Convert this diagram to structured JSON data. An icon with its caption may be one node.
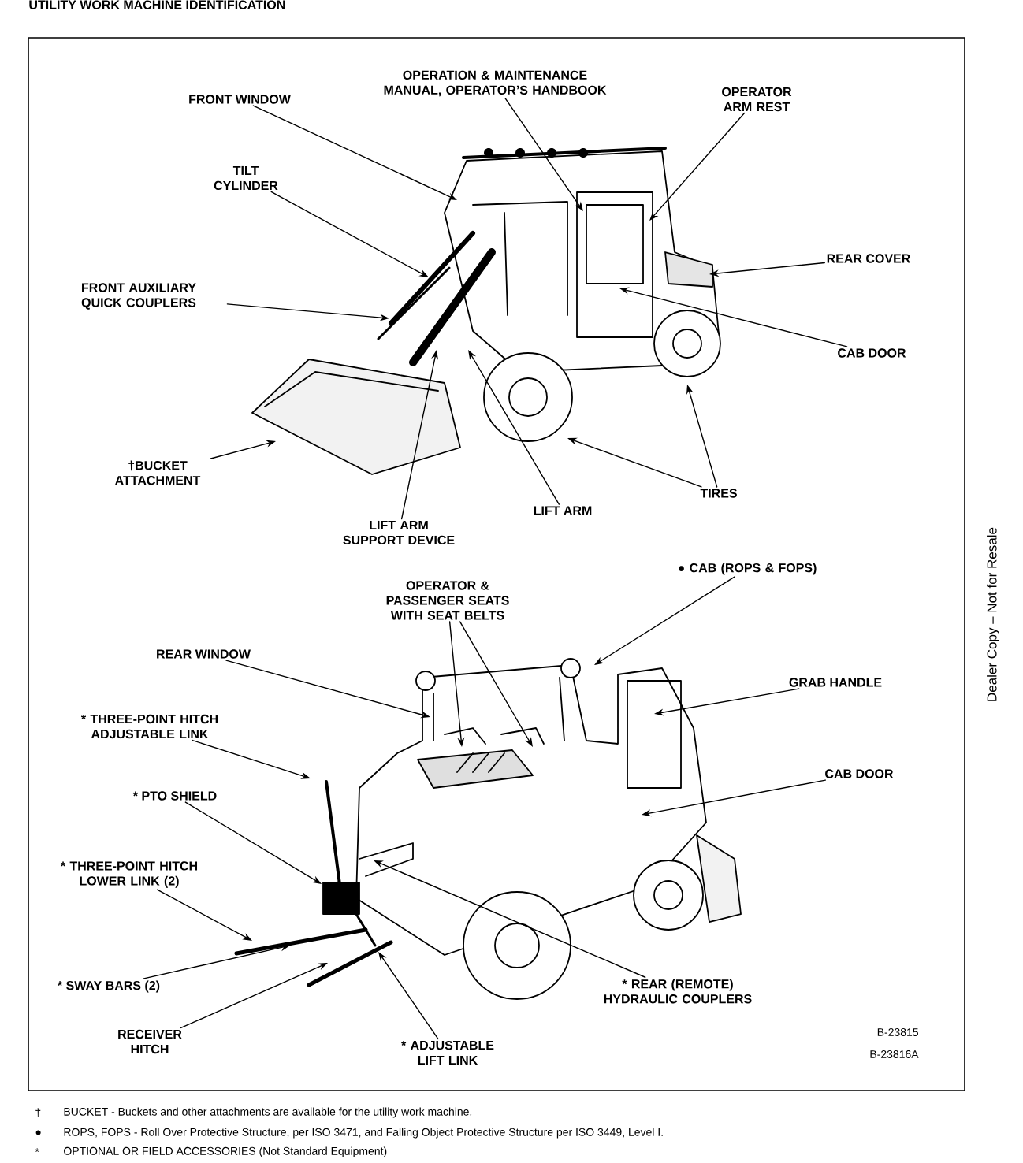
{
  "diagram": {
    "title": "UTILITY WORK MACHINE IDENTIFICATION",
    "nodes": [
      {
        "text": [
          "FRONT WINDOW"
        ]
      },
      {
        "text": [
          "OPERATION & MAINTENANCE MANUAL, OPERATOR’S HANDBOOK"
        ]
      },
      {
        "text": [
          "OPERATOR ARM REST"
        ]
      },
      {
        "text": [
          "TILT CYLINDER"
        ]
      },
      {
        "text": [
          "REAR COVER"
        ]
      },
      {
        "text": [
          "FRONT AUXILIARY QUICK COUPLERS"
        ]
      },
      {
        "text": [
          "CAB DOOR"
        ]
      },
      {
        "text": [
          "†BUCKET ATTACHMENT"
        ]
      },
      {
        "text": [
          "LIFT ARM SUPPORT DEVICE"
        ]
      },
      {
        "text": [
          "LIFT ARM"
        ]
      },
      {
        "text": [
          "TIRES"
        ]
      },
      {
        "text": [
          "OPERATOR & PASSENGER SEATS WITH SEAT BELTS"
        ]
      },
      {
        "text": [
          "● CAB (ROPS & FOPS)"
        ]
      },
      {
        "text": [
          "REAR WINDOW"
        ]
      },
      {
        "text": [
          "GRAB HANDLE"
        ]
      },
      {
        "text": [
          "* THREE-POINT HITCH ADJUSTABLE LINK"
        ]
      },
      {
        "text": [
          "CAB DOOR"
        ]
      },
      {
        "text": [
          "* PTO SHIELD"
        ]
      },
      {
        "text": [
          "* THREE-POINT HITCH LOWER LINK (2)"
        ]
      },
      {
        "text": [
          "* SWAY BARS (2)"
        ]
      },
      {
        "text": [
          "RECEIVER HITCH"
        ]
      },
      {
        "text": [
          "* ADJUSTABLE LIFT LINK"
        ]
      },
      {
        "text": [
          "* REAR (REMOTE) HYDRAULIC COUPLERS"
        ]
      }
    ],
    "edges": [
      {
        "from": 0,
        "to": null,
        "arrow": "to"
      },
      {
        "from": 1,
        "to": null,
        "arrow": "to"
      },
      {
        "from": 2,
        "to": null,
        "arrow": "to"
      },
      {
        "from": 3,
        "to": null,
        "arrow": "to"
      },
      {
        "from": 4,
        "to": null,
        "arrow": "to"
      },
      {
        "from": 5,
        "to": null,
        "arrow": "to"
      },
      {
        "from": 6,
        "to": null,
        "arrow": "to"
      },
      {
        "from": 7,
        "to": null,
        "arrow": "to"
      },
      {
        "from": 8,
        "to": null,
        "arrow": "to"
      },
      {
        "from": 9,
        "to": null,
        "arrow": "to"
      },
      {
        "from": 10,
        "to": null,
        "arrow": "to"
      },
      {
        "from": 10,
        "to": null,
        "arrow": "to"
      },
      {
        "from": 11,
        "to": null,
        "arrow": "to"
      },
      {
        "from": 11,
        "to": null,
        "arrow": "to"
      },
      {
        "from": 12,
        "to": null,
        "arrow": "to"
      },
      {
        "from": 13,
        "to": null,
        "arrow": "to"
      },
      {
        "from": 14,
        "to": null,
        "arrow": "to"
      },
      {
        "from": 15,
        "to": null,
        "arrow": "to"
      },
      {
        "from": 16,
        "to": null,
        "arrow": "to"
      },
      {
        "from": 17,
        "to": null,
        "arrow": "to"
      },
      {
        "from": 18,
        "to": null,
        "arrow": "to"
      },
      {
        "from": 19,
        "to": null,
        "arrow": "to"
      },
      {
        "from": 20,
        "to": null,
        "arrow": "to"
      },
      {
        "from": 21,
        "to": null,
        "arrow": "to"
      },
      {
        "from": 22,
        "to": null,
        "arrow": "to"
      }
    ],
    "labels": [
      "B-23815",
      "B-23816A",
      "Dealer Copy – Not for Resale",
      "†",
      "BUCKET - Buckets and other attachments are available for the utility work machine.",
      "●",
      "ROPS, FOPS - Roll Over Protective Structure, per ISO 3471, and Falling Object Protective Structure per ISO 3449, Level I.",
      "*",
      "OPTIONAL OR FIELD ACCESSORIES (Not Standard Equipment)"
    ]
  }
}
